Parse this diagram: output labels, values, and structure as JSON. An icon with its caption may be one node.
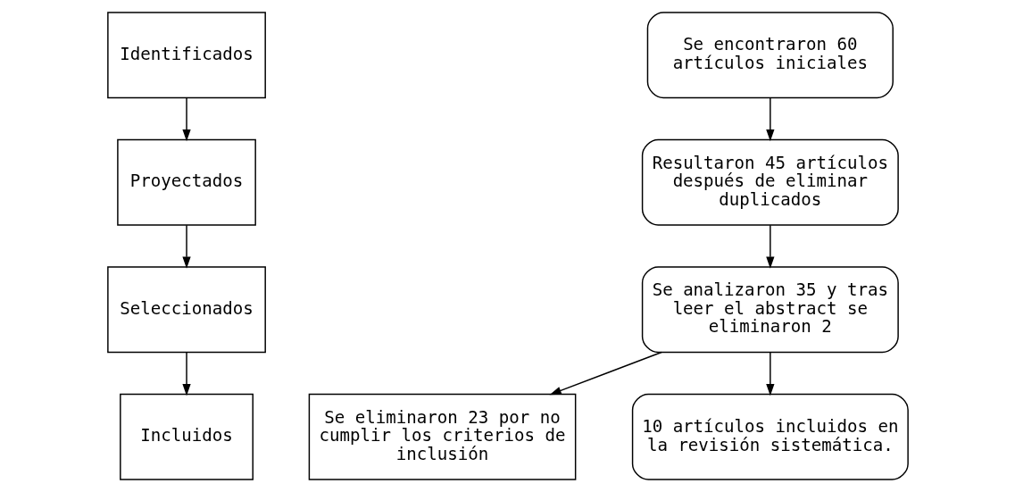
{
  "diagram": {
    "nodes": [
      {
        "text": [
          "Identificados"
        ]
      },
      {
        "text": [
          "Proyectados"
        ]
      },
      {
        "text": [
          "Seleccionados"
        ]
      },
      {
        "text": [
          "Incluidos"
        ]
      },
      {
        "text": [
          "Se encontraron 60 artículos iniciales"
        ]
      },
      {
        "text": [
          "Resultaron 45 artículos después de eliminar duplicados"
        ]
      },
      {
        "text": [
          "Se analizaron 35 y tras leer el abstract se eliminaron 2"
        ]
      },
      {
        "text": [
          "Se eliminaron 23 por no cumplir los criterios de inclusión"
        ]
      },
      {
        "text": [
          "10 artículos incluidos en la revisión sistemática."
        ]
      }
    ],
    "edges": [
      {
        "from": 0,
        "to": 1,
        "arrow": "to"
      },
      {
        "from": 1,
        "to": 2,
        "arrow": "to"
      },
      {
        "from": 2,
        "to": 3,
        "arrow": "to"
      },
      {
        "from": 4,
        "to": 5,
        "arrow": "to"
      },
      {
        "from": 5,
        "to": 6,
        "arrow": "to"
      },
      {
        "from": 6,
        "to": 7,
        "arrow": "to"
      },
      {
        "from": 6,
        "to": 8,
        "arrow": "to"
      }
    ]
  }
}
